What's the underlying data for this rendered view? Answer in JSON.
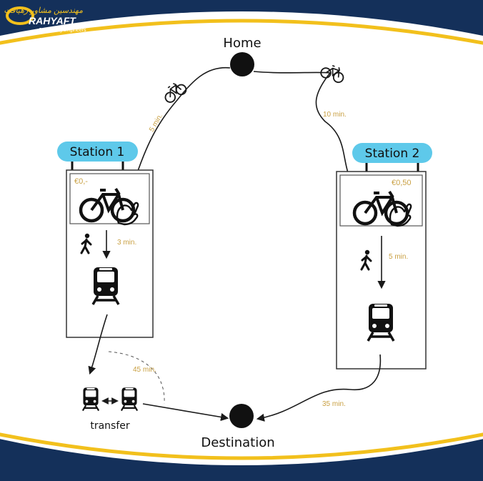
{
  "logo": {
    "brand": "RAHYAFT",
    "tagline": "Consulting Engineers",
    "persian_title": "مهندسین مشاور رهیافت"
  },
  "nodes": {
    "home": "Home",
    "destination": "Destination",
    "transfer": "transfer"
  },
  "stations": [
    {
      "name": "Station 1",
      "price": "€0,-",
      "walk_time": "3 min."
    },
    {
      "name": "Station 2",
      "price": "€0,50",
      "walk_time": "5 min."
    }
  ],
  "routes": {
    "bike_to_station1": "5 min.",
    "bike_to_station2": "10 min.",
    "train_from_station1": "45 min.",
    "train_from_station2": "35 min."
  },
  "colors": {
    "background": "#14305a",
    "accent_yellow": "#f2c01c",
    "station_badge": "#5ec9ea",
    "time_label": "#c9a043",
    "line": "#1a1a1a"
  },
  "icons": [
    "bicycle-icon",
    "hand-icon",
    "walking-person-icon",
    "train-icon",
    "double-arrow-icon"
  ]
}
